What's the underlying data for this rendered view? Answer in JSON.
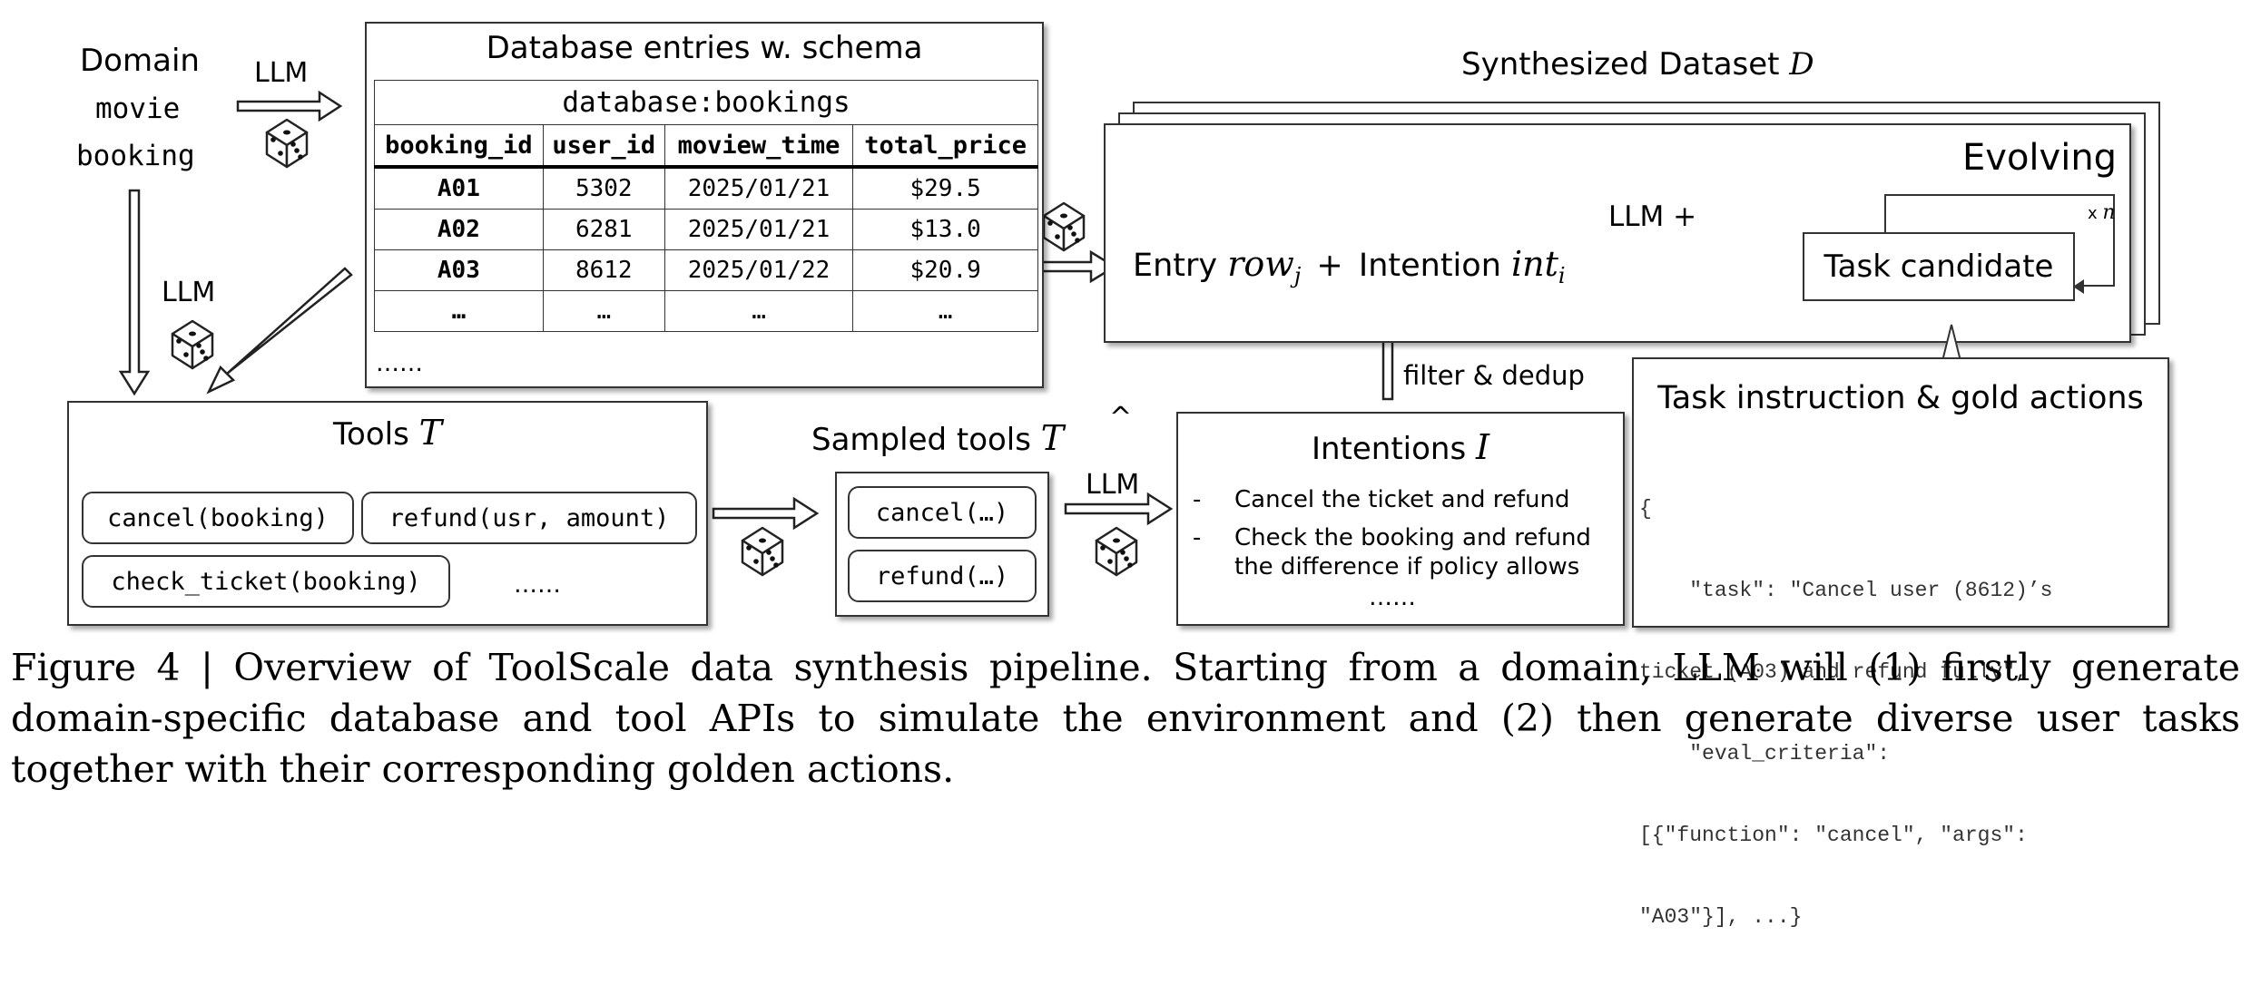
{
  "domain": {
    "title": "Domain",
    "value_line1": "movie",
    "value_line2": "booking"
  },
  "llm_label": "LLM",
  "database": {
    "title": "Database entries w. schema",
    "table_name": "database:bookings",
    "columns": [
      "booking_id",
      "user_id",
      "moview_time",
      "total_price"
    ],
    "rows": [
      [
        "A01",
        "5302",
        "2025/01/21",
        "$29.5"
      ],
      [
        "A02",
        "6281",
        "2025/01/21",
        "$13.0"
      ],
      [
        "A03",
        "8612",
        "2025/01/22",
        "$20.9"
      ],
      [
        "…",
        "…",
        "…",
        "…"
      ]
    ],
    "more": "……"
  },
  "tools": {
    "title_text": "Tools ",
    "title_symbol": "T",
    "items": [
      "cancel(booking)",
      "refund(usr, amount)",
      "check_ticket(booking)"
    ],
    "more": "……"
  },
  "sampled_tools": {
    "title_text": "Sampled tools ",
    "title_symbol": "T",
    "items": [
      "cancel(…)",
      "refund(…)"
    ]
  },
  "intentions": {
    "title_text": "Intentions ",
    "title_symbol": "I",
    "items": [
      "Cancel the ticket and refund",
      "Check the booking and refund",
      "the difference if policy allows"
    ],
    "more": "……"
  },
  "filter_label": "filter & dedup",
  "synth": {
    "title_text": "Synthesized Dataset ",
    "title_symbol": "D",
    "entry_text": "Entry ",
    "row_symbol": "row",
    "row_sub": "j",
    "plus": "+",
    "intention_text": "Intention ",
    "int_symbol": "int",
    "int_sub": "i",
    "llm_plus": "LLM +",
    "evolving": "Evolving",
    "task_candidate": "Task candidate",
    "xn_x": "x",
    "xn_n": "n"
  },
  "task_instruction": {
    "title": "Task instruction & gold actions",
    "code_lines": [
      "{",
      "    \"task\": \"Cancel user (8612)’s",
      "ticket (A03) and refund fully\",",
      "    \"eval_criteria\":",
      "[{\"function\": \"cancel\", \"args\":",
      "\"A03\"}], ...}"
    ]
  },
  "caption": "Figure 4 | Overview of ToolScale data synthesis pipeline. Starting from a domain, LLM will (1) firstly generate domain-specific database and tool APIs to simulate the environment and (2) then generate diverse user tasks together with their corresponding golden actions.",
  "colors": {
    "stroke": "#333333",
    "shadow": "rgba(0,0,0,0.35)",
    "background": "#ffffff"
  }
}
